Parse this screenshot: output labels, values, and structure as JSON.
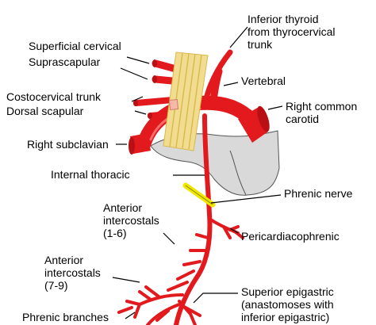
{
  "colors": {
    "artery": "#e2191d",
    "artery_shadow": "#b81014",
    "bone": "#f2dc8f",
    "bone_stripe": "#d8b94e",
    "tissue": "#d9d9d9",
    "nerve": "#f0e600",
    "leader": "#000000"
  },
  "labels": {
    "superficial_cervical": "Superficial cervical",
    "suprascapular": "Suprascapular",
    "costocervical_trunk": "Costocervical trunk",
    "dorsal_scapular": "Dorsal scapular",
    "right_subclavian": "Right subclavian",
    "internal_thoracic": "Internal thoracic",
    "anterior_intercostals_1_6": [
      "Anterior",
      "intercostals",
      "(1-6)"
    ],
    "anterior_intercostals_7_9": [
      "Anterior",
      "intercostals",
      "(7-9)"
    ],
    "phrenic_branches": "Phrenic branches",
    "inferior_thyroid": [
      "Inferior thyroid",
      "from thyrocervical",
      "trunk"
    ],
    "vertebral": "Vertebral",
    "right_common_carotid": [
      "Right common",
      "carotid"
    ],
    "phrenic_nerve": "Phrenic nerve",
    "pericardiacophrenic": "Pericardiacophrenic",
    "superior_epigastric": [
      "Superior epigastric",
      "(anastomoses with",
      "inferior epigastric)"
    ]
  }
}
